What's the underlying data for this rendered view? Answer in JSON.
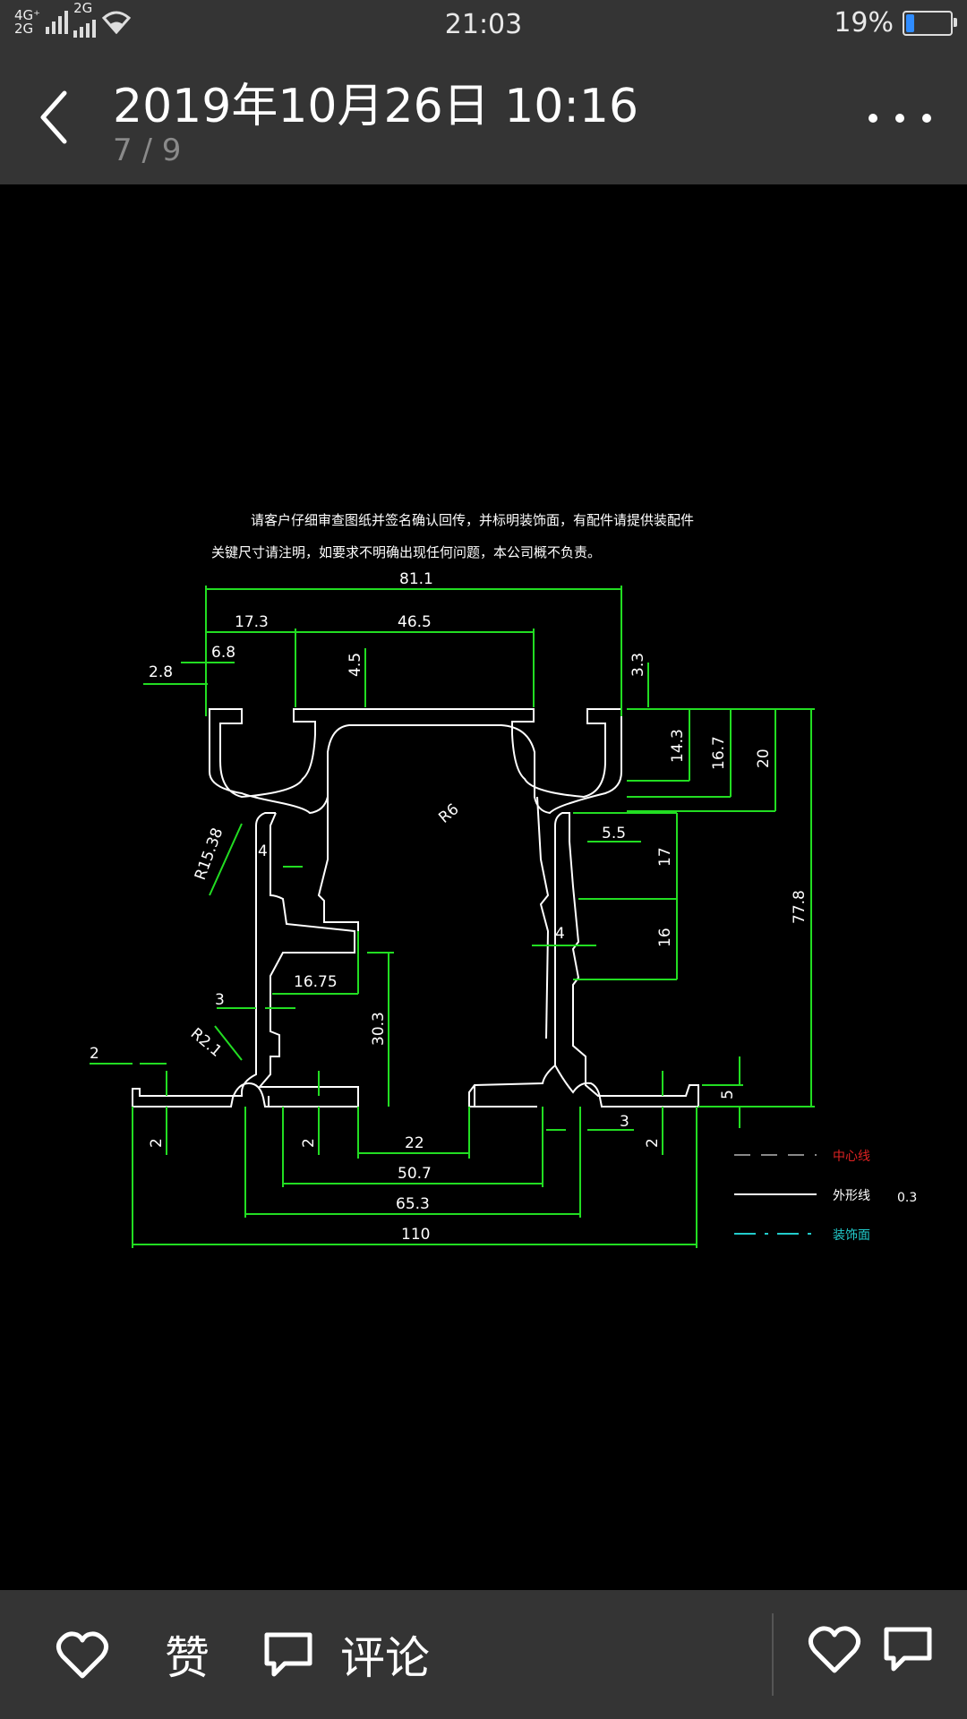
{
  "status_bar": {
    "network_top": "4G⁺",
    "network_bottom": "2G",
    "network2": "2G",
    "time": "21:03",
    "battery_pct": "19%",
    "battery_level": 0.19
  },
  "header": {
    "title": "2019年10月26日 10:16",
    "counter": "7 / 9"
  },
  "drawing": {
    "note1": "请客户仔细审查图纸并签名确认回传，并标明装饰面，有配件请提供装配件",
    "note2": "关键尺寸请注明，如要求不明确出现任何问题，本公司概不负责。",
    "dims": {
      "d81_1": "81.1",
      "d17_3": "17.3",
      "d46_5": "46.5",
      "d6_8": "6.8",
      "d2_8": "2.8",
      "d4_5": "4.5",
      "d3_3": "3.3",
      "d14_3": "14.3",
      "d16_7": "16.7",
      "d20": "20",
      "r6": "R6",
      "r15_38": "R15.38",
      "d4a": "4",
      "d5_5": "5.5",
      "d17": "17",
      "d77_8": "77.8",
      "d4b": "4",
      "d16": "16",
      "d16_75": "16.75",
      "d3a": "3",
      "d30_3": "30.3",
      "r2_1": "R2.1",
      "d2a": "2",
      "d5": "5",
      "d2b": "2",
      "d2c": "2",
      "d22": "22",
      "d3b": "3",
      "d2d": "2",
      "d50_7": "50.7",
      "d65_3": "65.3",
      "d110": "110"
    },
    "legend": {
      "center_line": "中心线",
      "outline": "外形线",
      "thickness": "0.3",
      "decor_face": "装饰面"
    },
    "colors": {
      "line": "#ffffff",
      "dim": "#22dd22",
      "red": "#dd2222",
      "cyan": "#22cccc"
    }
  },
  "bottom_bar": {
    "like_label": "赞",
    "comment_label": "评论"
  }
}
